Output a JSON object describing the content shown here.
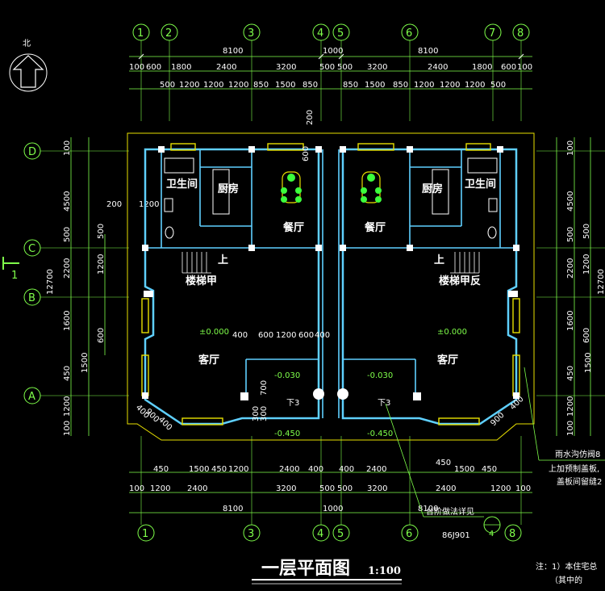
{
  "title": "一层平面图",
  "scale": "1:100",
  "north_label": "北",
  "axes_top": [
    "1",
    "2",
    "3",
    "4",
    "5",
    "6",
    "7",
    "8"
  ],
  "axes_bottom": [
    "1",
    "3",
    "4",
    "5",
    "6",
    "8"
  ],
  "axes_side": [
    "D",
    "C",
    "B",
    "A"
  ],
  "dims_top_total": [
    "8100",
    "1000",
    "8100"
  ],
  "dims_top_mid": [
    "100",
    "600",
    "1800",
    "2400",
    "3200",
    "500",
    "500",
    "3200",
    "2400",
    "1800",
    "600",
    "100"
  ],
  "dims_top_inner": [
    "500",
    "1200",
    "1200",
    "1200",
    "850",
    "1500",
    "850",
    "850",
    "1500",
    "850",
    "1200",
    "1200",
    "1200",
    "500"
  ],
  "dim_top_200": "200",
  "dims_bottom_outer": [
    "450",
    "1500",
    "450",
    "1200",
    "2400",
    "400",
    "400",
    "2400",
    "450",
    "1500",
    "450"
  ],
  "dims_bottom_mid": [
    "1200",
    "2400",
    "3200",
    "500",
    "500",
    "3200",
    "2400",
    "1200",
    "100",
    "100"
  ],
  "dims_bottom_total": [
    "8100",
    "1000",
    "8100"
  ],
  "dims_left": [
    "100",
    "4500",
    "500",
    "2200",
    "1600",
    "450",
    "1500",
    "1200",
    "100"
  ],
  "dims_left_total": "12700",
  "dims_left_inner": [
    "1200",
    "500",
    "600"
  ],
  "dims_right": [
    "100",
    "4500",
    "500",
    "2200",
    "1600",
    "450",
    "1500",
    "1200",
    "100"
  ],
  "dims_right_total": "12700",
  "dims_right_inner": [
    "1200",
    "500",
    "600"
  ],
  "dim_200_left": "200",
  "dim_1200_left": "1200",
  "dim_600_dining": "600",
  "dims_porch": [
    "400",
    "600",
    "1200",
    "600",
    "400"
  ],
  "dim_700": "700",
  "dims_porch_side": [
    "300",
    "300"
  ],
  "dims_corner": [
    "400",
    "900",
    "400",
    "900",
    "400"
  ],
  "rooms": {
    "bath_l": "卫生间",
    "kitchen_l": "厨房",
    "dining_l": "餐厅",
    "stair_l": "楼梯甲",
    "living_l": "客厅",
    "bath_r": "卫生间",
    "kitchen_r": "厨房",
    "dining_r": "餐厅",
    "stair_r": "楼梯甲反",
    "living_r": "客厅"
  },
  "up_label": "上",
  "down_label": "下3",
  "levels": {
    "living": "±0.000",
    "porch": "-0.030",
    "outside": "-0.450"
  },
  "section_mark": "1",
  "notes_right": [
    "雨水沟仿阀8",
    "上加预制盖板,",
    "盖板间留缝2"
  ],
  "step_note": "台阶做法详见",
  "detail_ref": "86J901",
  "detail_num": "4",
  "footnote_1": "注：1）本住宅总",
  "footnote_2": "（其中的"
}
